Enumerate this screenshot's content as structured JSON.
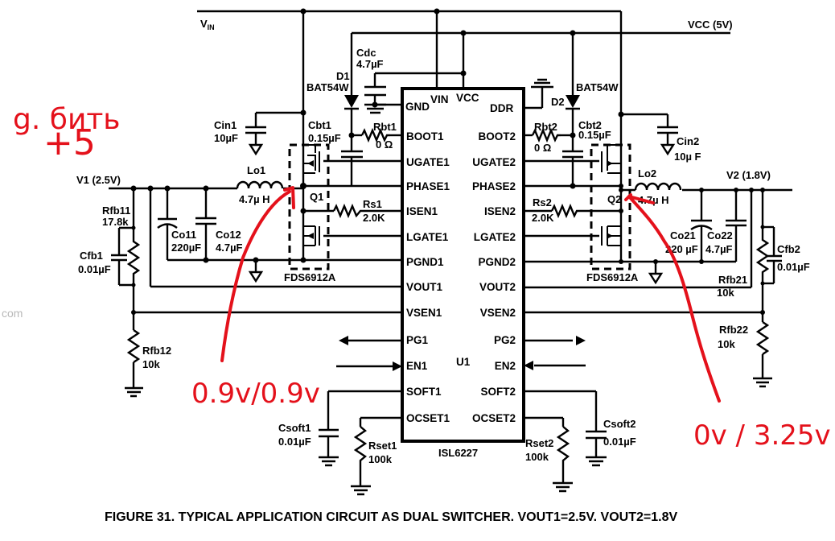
{
  "figure_caption": "FIGURE 31.  TYPICAL APPLICATION CIRCUIT AS DUAL SWITCHER. VOUT1=2.5V. VOUT2=1.8V",
  "watermark": "com",
  "rails": {
    "vin": "V",
    "vin_sub": "IN",
    "vcc": "VCC (5V)",
    "v1": "V1 (2.5V)",
    "v2": "V2 (1.8V)"
  },
  "ic": {
    "ref": "U1",
    "part": "ISL6227",
    "top_pins": [
      "GND",
      "VIN",
      "VCC",
      "DDR"
    ],
    "left_pins": [
      "BOOT1",
      "UGATE1",
      "PHASE1",
      "ISEN1",
      "LGATE1",
      "PGND1",
      "VOUT1",
      "VSEN1",
      "PG1",
      "EN1",
      "SOFT1",
      "OCSET1"
    ],
    "right_pins": [
      "BOOT2",
      "UGATE2",
      "PHASE2",
      "ISEN2",
      "LGATE2",
      "PGND2",
      "VOUT2",
      "VSEN2",
      "PG2",
      "EN2",
      "SOFT2",
      "OCSET2"
    ]
  },
  "components": {
    "cdc": {
      "ref": "Cdc",
      "value": "4.7µF"
    },
    "d1": {
      "ref": "D1",
      "value": "BAT54W"
    },
    "d2": {
      "ref": "D2",
      "value": "BAT54W"
    },
    "cin1": {
      "ref": "Cin1",
      "value": "10µF"
    },
    "cin2": {
      "ref": "Cin2",
      "value": "10µ F"
    },
    "cbt1": {
      "ref": "Cbt1",
      "value": "0.15µF"
    },
    "cbt2": {
      "ref": "Cbt2",
      "value": "0.15µF"
    },
    "rbt1": {
      "ref": "Rbt1",
      "value": "0 Ω"
    },
    "rbt2": {
      "ref": "Rbt2",
      "value": "0 Ω"
    },
    "lo1": {
      "ref": "Lo1",
      "value": "4.7µ H"
    },
    "lo2": {
      "ref": "Lo2",
      "value": "4.7µ H"
    },
    "q1": {
      "ref": "Q1",
      "part": "FDS6912A"
    },
    "q2": {
      "ref": "Q2",
      "part": "FDS6912A"
    },
    "rs1": {
      "ref": "Rs1",
      "value": "2.0K"
    },
    "rs2": {
      "ref": "Rs2",
      "value": "2.0K"
    },
    "rfb11": {
      "ref": "Rfb11",
      "value": "17.8k"
    },
    "rfb12": {
      "ref": "Rfb12",
      "value": "10k"
    },
    "rfb21": {
      "ref": "Rfb21",
      "value": "10k"
    },
    "rfb22": {
      "ref": "Rfb22",
      "value": "10k"
    },
    "cfb1": {
      "ref": "Cfb1",
      "value": "0.01µF"
    },
    "cfb2": {
      "ref": "Cfb2",
      "value": "0.01µF"
    },
    "co11": {
      "ref": "Co11",
      "value": "220µF"
    },
    "co12": {
      "ref": "Co12",
      "value": "4.7µF"
    },
    "co21": {
      "ref": "Co21",
      "value": "220 µF"
    },
    "co22": {
      "ref": "Co22",
      "value": "4.7µF"
    },
    "csoft1": {
      "ref": "Csoft1",
      "value": "0.01µF"
    },
    "csoft2": {
      "ref": "Csoft2",
      "value": "0.01µF"
    },
    "rset1": {
      "ref": "Rset1",
      "value": "100k"
    },
    "rset2": {
      "ref": "Rset2",
      "value": "100k"
    }
  },
  "annotations": {
    "top_left_line1": "g. бить",
    "top_left_line2": "+5",
    "phase1_reading": "0.9v/0.9v",
    "phase2_reading": "0v / 3.25v",
    "color": "#e4111b"
  }
}
